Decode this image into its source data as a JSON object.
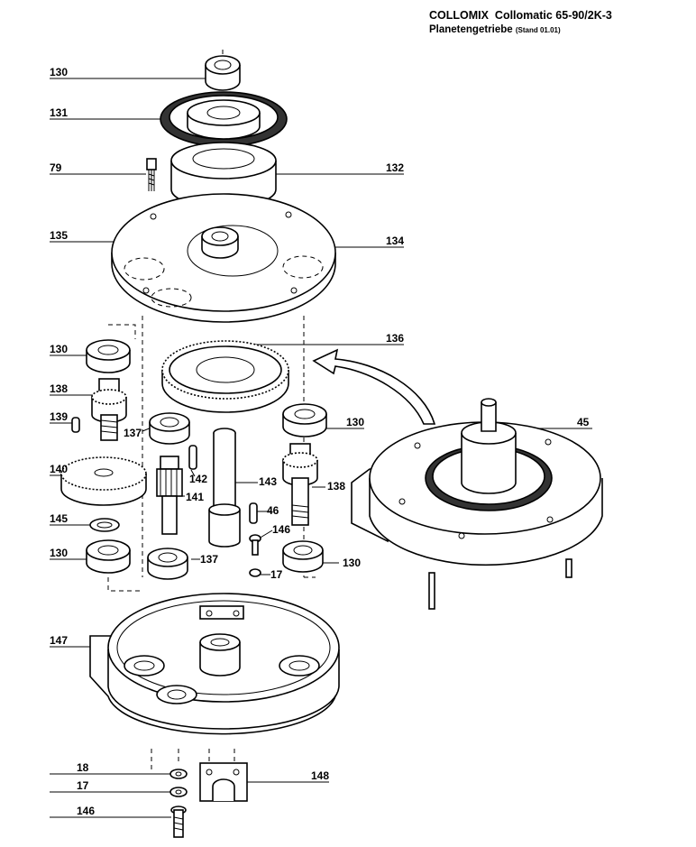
{
  "header": {
    "brand": "COLLOMIX",
    "model": "Collomatic 65-90/2K-3",
    "subtitle": "Planetengetriebe",
    "stand": "(Stand 01.01)"
  },
  "labels": {
    "l130a": "130",
    "l131": "131",
    "l79": "79",
    "l132": "132",
    "l135": "135",
    "l134": "134",
    "l136": "136",
    "l130b": "130",
    "l138a": "138",
    "l139": "139",
    "l137a": "137",
    "l130c": "130",
    "l45": "45",
    "l140": "140",
    "l142": "142",
    "l143": "143",
    "l138b": "138",
    "l141": "141",
    "l46": "46",
    "l145": "145",
    "l146a": "146",
    "l130d": "130",
    "l137b": "137",
    "l130e": "130",
    "l17a": "17",
    "l147": "147",
    "l18": "18",
    "l148": "148",
    "l17b": "17",
    "l146b": "146"
  }
}
